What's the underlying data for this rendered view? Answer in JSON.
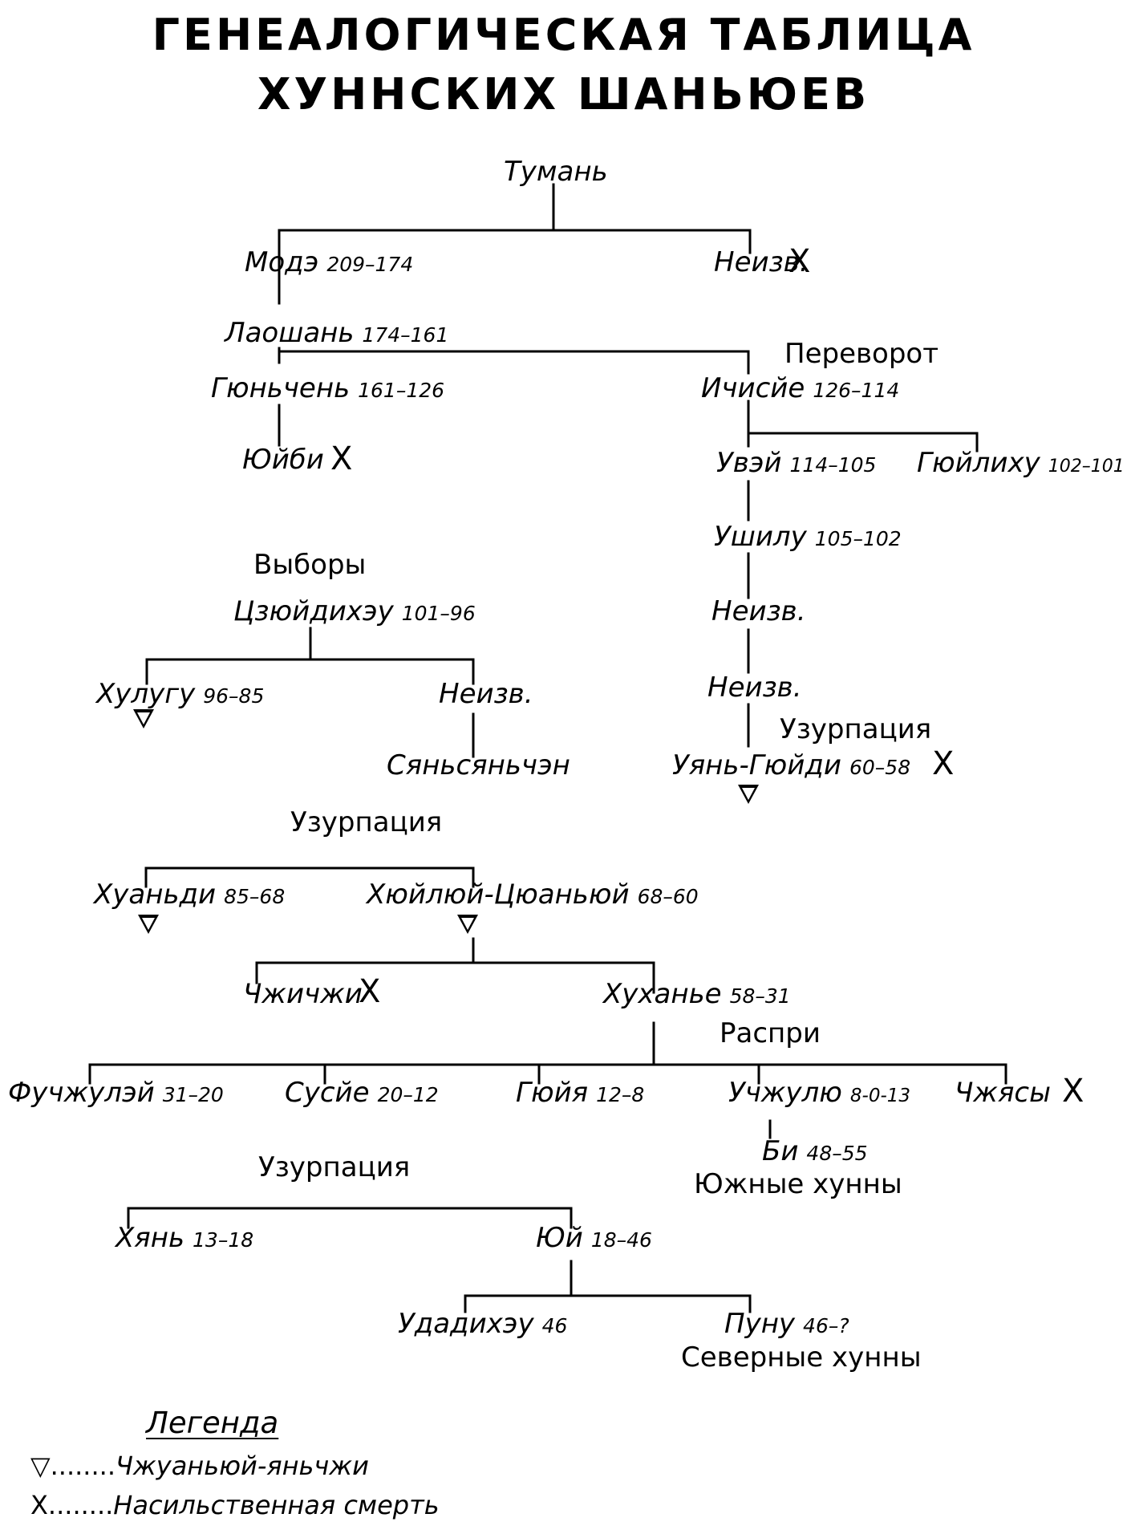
{
  "title": {
    "line1": "ГЕНЕАЛОГИЧЕСКАЯ ТАБЛИЦА",
    "line2": "ХУННСКИХ ШАНЬЮЕВ"
  },
  "events": {
    "perevorot": "Переворот",
    "vybory": "Выборы",
    "uzurp1": "Узурпация",
    "uzurp2": "Узурпация",
    "raspri": "Распри",
    "uzurp3": "Узурпация",
    "south": "Южные хунны",
    "north": "Северные хунны"
  },
  "nodes": {
    "tuman": {
      "name": "Тумань",
      "dates": ""
    },
    "mode": {
      "name": "Модэ",
      "dates": "209–174"
    },
    "neizv1": {
      "name": "Неизв.",
      "dates": ""
    },
    "laoshan": {
      "name": "Лаошань",
      "dates": "174–161"
    },
    "gyunchen": {
      "name": "Гюньчень",
      "dates": "161–126"
    },
    "ichisie": {
      "name": "Ичисйе",
      "dates": "126–114"
    },
    "yuibi": {
      "name": "Юйби",
      "dates": ""
    },
    "uvei": {
      "name": "Увэй",
      "dates": "114–105"
    },
    "gyuilihu": {
      "name": "Гюйлиху",
      "dates": "102–101"
    },
    "ushilu": {
      "name": "Ушилу",
      "dates": "105–102"
    },
    "tszyuidihezu": {
      "name": "Цзюйдихэу",
      "dates": "101–96"
    },
    "neizv2": {
      "name": "Неизв.",
      "dates": ""
    },
    "neizv3": {
      "name": "Неизв.",
      "dates": ""
    },
    "hulugu": {
      "name": "Хулугу",
      "dates": "96–85"
    },
    "neizv4": {
      "name": "Неизв.",
      "dates": ""
    },
    "syansyanchen": {
      "name": "Сяньсяньчэн",
      "dates": ""
    },
    "yangyuidi": {
      "name": "Уянь-Гюйди",
      "dates": "60–58"
    },
    "huandi": {
      "name": "Хуаньди",
      "dates": "85–68"
    },
    "huilyui": {
      "name": "Хюйлюй-Цюаньюй",
      "dates": "68–60"
    },
    "chzhichzhi": {
      "name": "Чжичжи",
      "dates": ""
    },
    "huhanye": {
      "name": "Хуханье",
      "dates": "58–31"
    },
    "fuchzhulei": {
      "name": "Фучжулэй",
      "dates": "31–20"
    },
    "susie": {
      "name": "Сусйе",
      "dates": "20–12"
    },
    "gyuya": {
      "name": "Гюйя",
      "dates": "12–8"
    },
    "uchzhulyu": {
      "name": "Учжулю",
      "dates": "8-0-13"
    },
    "chzhyasy": {
      "name": "Чжясы",
      "dates": ""
    },
    "bi": {
      "name": "Би",
      "dates": "48–55"
    },
    "hyan": {
      "name": "Хянь",
      "dates": "13–18"
    },
    "yui": {
      "name": "Юй",
      "dates": "18–46"
    },
    "udadihezu": {
      "name": "Удадихэу",
      "dates": "46"
    },
    "punu": {
      "name": "Пуну",
      "dates": "46–?"
    }
  },
  "legend": {
    "title": "Легенда",
    "items": [
      {
        "symbol": "▽",
        "dots": "........",
        "label": "Чжуаньюй-яньчжи"
      },
      {
        "symbol": "X",
        "dots": "........",
        "label": "Насильственная смерть"
      }
    ]
  }
}
